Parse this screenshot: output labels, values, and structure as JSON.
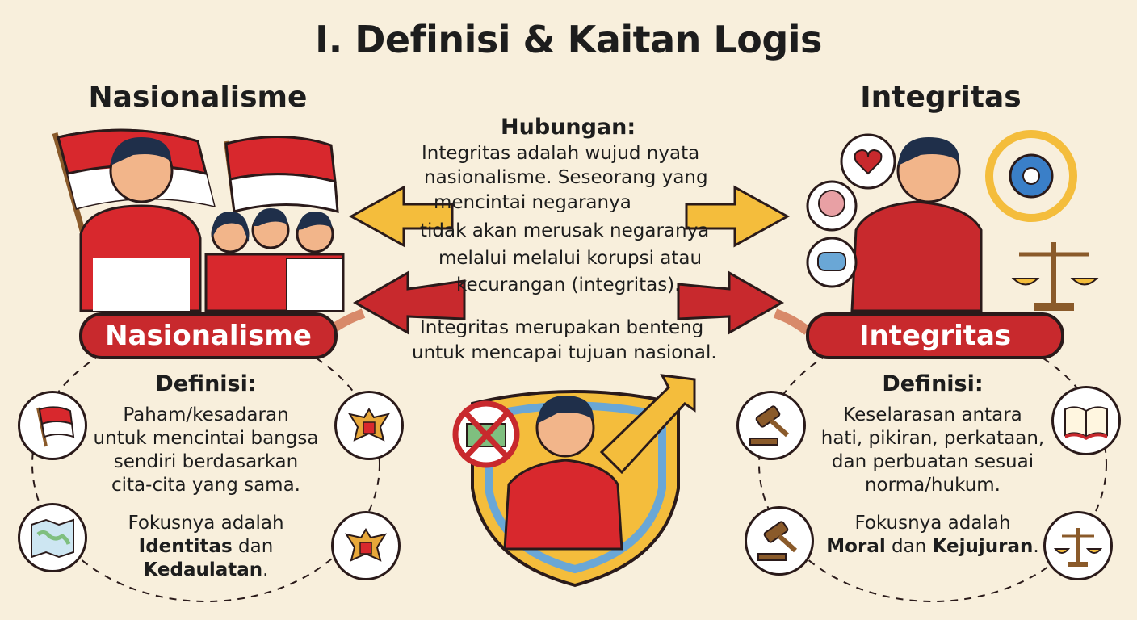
{
  "title": "I. Definisi & Kaitan Logis",
  "left": {
    "heading": "Nasionalisme",
    "pill": "Nasionalisme",
    "definition_heading": "Definisi:",
    "definition_lines": [
      "Paham/kesadaran",
      "untuk mencintai bangsa",
      "sendiri berdasarkan",
      "cita-cita yang sama."
    ],
    "focus_prefix": "Fokusnya adalah",
    "focus_bold_1": "Identitas",
    "focus_mid": " dan",
    "focus_bold_2": "Kedaulatan",
    "focus_suffix": "."
  },
  "right": {
    "heading": "Integritas",
    "pill": "Integritas",
    "definition_heading": "Definisi:",
    "definition_lines": [
      "Keselarasan antara",
      "hati, pikiran, perkataan,",
      "dan perbuatan sesuai",
      "norma/hukum."
    ],
    "focus_prefix": "Fokusnya adalah",
    "focus_bold_1": "Moral",
    "focus_mid": " dan ",
    "focus_bold_2": "Kejujuran",
    "focus_suffix": "."
  },
  "center": {
    "heading": "Hubungan:",
    "lines": [
      "Integritas adalah wujud nyata",
      "nasionalisme. Seseorang yang",
      "mencintai negaranya",
      "tidak akan merusak negaranya",
      "melalui melalui korupsi atau",
      "kecurangan (integritas)."
    ],
    "bottom_lines": [
      "Integritas merupakan benteng",
      "untuk mencapai tujuan nasional."
    ]
  },
  "colors": {
    "background": "#f8efdc",
    "red": "#c8292d",
    "yellow": "#f4bd3c",
    "shield_blue": "#6aa7d6",
    "outline": "#2a1a1a"
  },
  "icons": {
    "left_top": "indonesia-flag-icon",
    "left_bottom": "indonesia-map-icon",
    "left_top_right": "garuda-emblem-icon",
    "left_bottom_right": "garuda-emblem-icon",
    "right_top_left": "gavel-icon",
    "right_bottom_left": "gavel-icon",
    "right_top_right": "open-book-icon",
    "right_bottom_right": "scales-icon",
    "right_illustration": [
      "heart-icon",
      "brain-icon",
      "chat-icon",
      "gear-icon",
      "scales-icon"
    ],
    "center_illustration": [
      "shield-icon",
      "no-money-icon",
      "growth-arrow-icon"
    ]
  }
}
